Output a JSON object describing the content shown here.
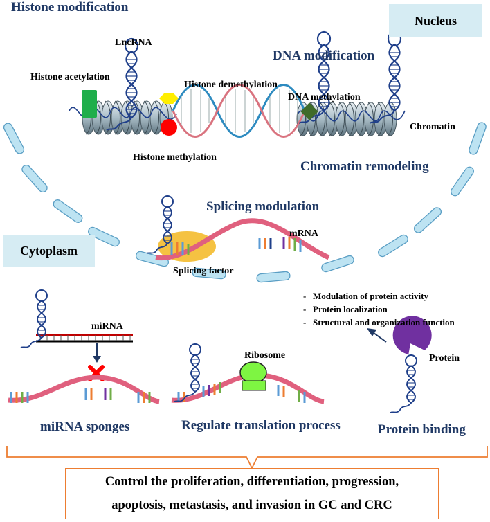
{
  "nucleus_label": "Nucleus",
  "cytoplasm_label": "Cytoplasm",
  "nuclear": {
    "histone_modification": "Histone modification",
    "lncrna": "LncRNA",
    "histone_acetylation": "Histone acetylation",
    "histone_demethylation": "Histone demethylation",
    "histone_methylation": "Histone methylation",
    "dna_modification": "DNA modification",
    "dna_methylation": "DNA methylation",
    "chromatin": "Chromatin",
    "chromatin_remodeling": "Chromatin remodeling",
    "splicing_modulation": "Splicing modulation",
    "mrna": "mRNA",
    "splicing_factor": "Splicing factor"
  },
  "cytoplasmic": {
    "mirna": "miRNA",
    "mirna_sponges": "miRNA sponges",
    "ribosome": "Ribosome",
    "regulate_translation": "Regulate translation process",
    "protein": "Protein",
    "protein_binding": "Protein binding",
    "protein_functions": [
      "Modulation of protein activity",
      "Protein localization",
      "Structural and organization function"
    ]
  },
  "conclusion": [
    "Control the proliferation, differentiation, progression,",
    "apoptosis, metastasis, and invasion in GC and CRC"
  ],
  "colors": {
    "title_navy": "#1f3864",
    "membrane_fill": "#bde3f2",
    "membrane_stroke": "#5a9ec4",
    "dna_blue": "#2e8bc0",
    "dna_red": "#d9737f",
    "mrna_pink": "#e0607e",
    "histone_acetylation": "#1fae4b",
    "histone_demethylation": "#ffee00",
    "histone_methylation": "#ff0000",
    "dna_methylation": "#3f6b2a",
    "splicing_factor": "#f5c242",
    "ribosome": "#7ef542",
    "protein": "#7030a0",
    "cross": "#ff0000",
    "bracket": "#ed7d31"
  }
}
